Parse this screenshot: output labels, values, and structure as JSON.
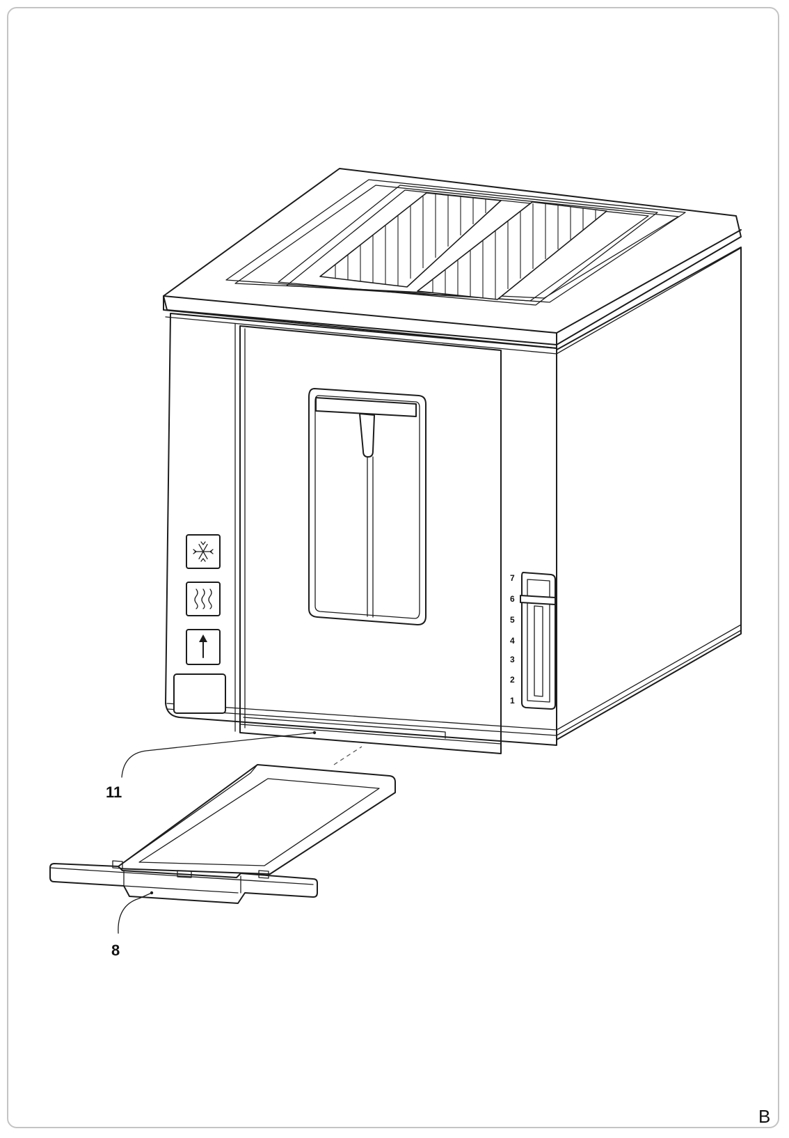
{
  "figure_letter": "B",
  "callouts": {
    "slot_opening": "11",
    "crumb_tray": "8"
  },
  "browning_scale": [
    "7",
    "6",
    "5",
    "4",
    "3",
    "2",
    "1"
  ],
  "control_icons": [
    "snowflake-icon",
    "reheat-icon",
    "arrow-up-icon"
  ],
  "colors": {
    "line": "#1c1c1c",
    "frame": "#c4c4c4",
    "background": "#ffffff"
  }
}
